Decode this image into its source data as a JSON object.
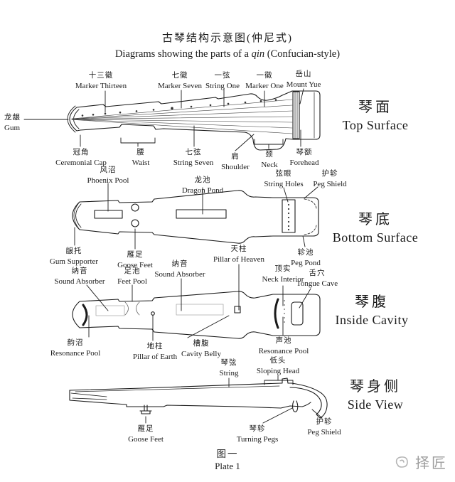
{
  "title": "古琴结构示意图(仲尼式)",
  "subtitle": {
    "prefix": "Diagrams showing the parts of a ",
    "qin": "qin",
    "suffix": " (Confucian-style)"
  },
  "sections": {
    "top_surface": {
      "name_zh": "琴面",
      "name_en": "Top Surface",
      "labels": {
        "marker_thirteen": {
          "zh": "十三徽",
          "en": "Marker Thirteen"
        },
        "marker_seven": {
          "zh": "七徽",
          "en": "Marker Seven"
        },
        "string_one": {
          "zh": "一弦",
          "en": "String One"
        },
        "marker_one": {
          "zh": "一徽",
          "en": "Marker One"
        },
        "mount_yue": {
          "zh": "岳山",
          "en": "Mount Yue"
        },
        "gum": {
          "zh": "龙龈",
          "en": "Gum"
        },
        "ceremonial_cap": {
          "zh": "冠角",
          "en": "Ceremonial Cap"
        },
        "waist": {
          "zh": "腰",
          "en": "Waist"
        },
        "string_seven": {
          "zh": "七弦",
          "en": "String Seven"
        },
        "shoulder": {
          "zh": "肩",
          "en": "Shoulder"
        },
        "neck": {
          "zh": "颈",
          "en": "Neck"
        },
        "forehead": {
          "zh": "琴额",
          "en": "Forehead"
        }
      }
    },
    "bottom_surface": {
      "name_zh": "琴底",
      "name_en": "Bottom Surface",
      "labels": {
        "phoenix_pool": {
          "zh": "风沼",
          "en": "Phoenix Pool"
        },
        "dragon_pond": {
          "zh": "龙池",
          "en": "Dragon Pond"
        },
        "string_holes": {
          "zh": "弦眼",
          "en": "String Holes"
        },
        "peg_shield": {
          "zh": "护轸",
          "en": "Peg Shield"
        },
        "gum_supporter": {
          "zh": "龈托",
          "en": "Gum Supporter"
        },
        "goose_feet": {
          "zh": "雁足",
          "en": "Goose Feet"
        },
        "peg_pond": {
          "zh": "轸池",
          "en": "Peg Pond"
        }
      }
    },
    "inside_cavity": {
      "name_zh": "琴腹",
      "name_en": "Inside Cavity",
      "labels": {
        "sound_absorber_left": {
          "zh": "纳音",
          "en": "Sound Absorber"
        },
        "feet_pool": {
          "zh": "足池",
          "en": "Feet Pool"
        },
        "sound_absorber_mid": {
          "zh": "纳音",
          "en": "Sound Absorber"
        },
        "pillar_of_heaven": {
          "zh": "天柱",
          "en": "Pillar of Heaven"
        },
        "neck_interior": {
          "zh": "顶实",
          "en": "Neck Interior"
        },
        "tongue_cave": {
          "zh": "舌穴",
          "en": "Tongue Cave"
        },
        "resonance_pool_left": {
          "zh": "韵沼",
          "en": "Resonance Pool"
        },
        "pillar_of_earth": {
          "zh": "地柱",
          "en": "Pillar of Earth"
        },
        "cavity_belly": {
          "zh": "槽腹",
          "en": "Cavity Belly"
        },
        "resonance_pool_right": {
          "zh": "声池",
          "en": "Resonance Pool"
        }
      }
    },
    "side_view": {
      "name_zh": "琴身侧",
      "name_en": "Side View",
      "labels": {
        "string": {
          "zh": "琴弦",
          "en": "String"
        },
        "sloping_head": {
          "zh": "低头",
          "en": "Sloping Head"
        },
        "goose_feet": {
          "zh": "雁足",
          "en": "Goose Feet"
        },
        "turning_pegs": {
          "zh": "琴轸",
          "en": "Turning Pegs"
        },
        "peg_shield": {
          "zh": "护轸",
          "en": "Peg Shield"
        }
      }
    }
  },
  "caption": {
    "zh": "图一",
    "en": "Plate 1"
  },
  "watermark": {
    "text": "择匠"
  },
  "colors": {
    "ink": "#1a1a1a",
    "faint": "#999999",
    "watermark": "#9e9e9e"
  }
}
